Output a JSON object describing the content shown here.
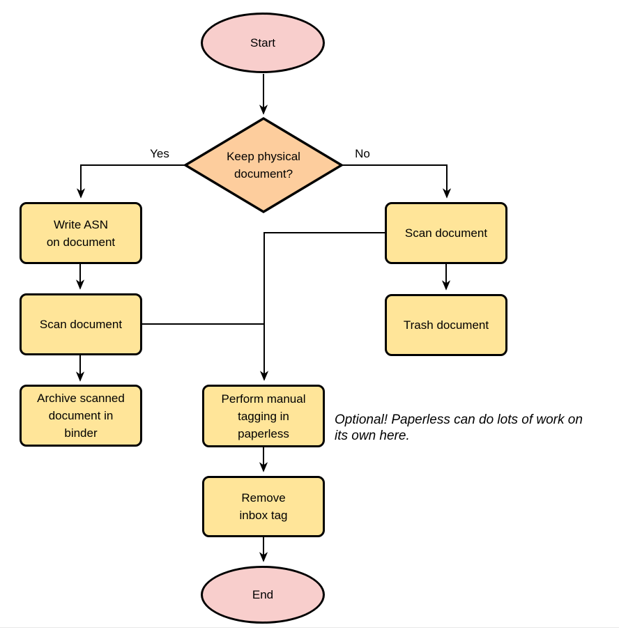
{
  "diagram": {
    "type": "flowchart",
    "colors": {
      "terminal_fill": "#f8cecc",
      "decision_fill": "#fdcd9d",
      "process_fill": "#ffe599",
      "stroke": "#000000"
    },
    "nodes": {
      "start": {
        "label": "Start",
        "shape": "ellipse"
      },
      "decision_keep_physical": {
        "label": "Keep physical\ndocument?",
        "shape": "diamond"
      },
      "write_asn": {
        "label": "Write ASN\non document",
        "shape": "process"
      },
      "scan_left": {
        "label": "Scan document",
        "shape": "process"
      },
      "archive_binder": {
        "label": "Archive scanned\ndocument in\nbinder",
        "shape": "process"
      },
      "scan_right": {
        "label": "Scan document",
        "shape": "process"
      },
      "trash_document": {
        "label": "Trash document",
        "shape": "process"
      },
      "manual_tagging": {
        "label": "Perform manual\ntagging in\npaperless",
        "shape": "process"
      },
      "remove_inbox_tag": {
        "label": "Remove\ninbox tag",
        "shape": "process"
      },
      "end": {
        "label": "End",
        "shape": "ellipse"
      }
    },
    "edge_labels": {
      "yes": "Yes",
      "no": "No"
    },
    "annotation": {
      "text": "Optional! Paperless can do lots of work on\nits own here."
    }
  }
}
